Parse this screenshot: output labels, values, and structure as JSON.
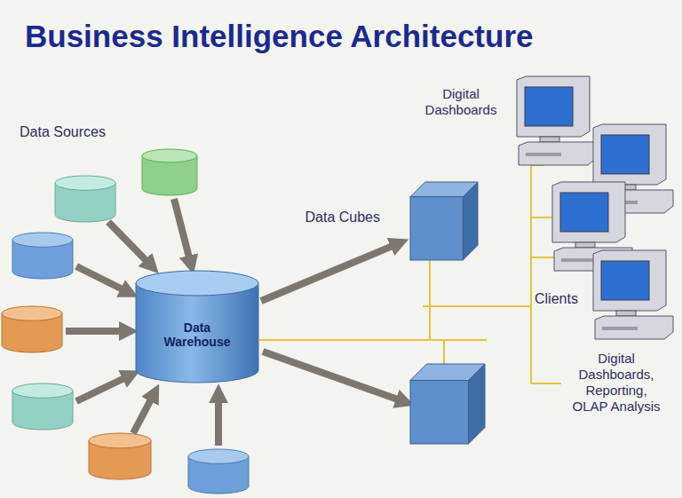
{
  "diagram": {
    "title": "Business Intelligence Architecture",
    "nodes": [
      {
        "text": [
          "Data Warehouse"
        ]
      },
      {
        "text": [
          "Data Cubes"
        ]
      }
    ],
    "edges": [
      {
        "from": 0,
        "to": 1,
        "arrow": "to"
      }
    ],
    "labels": [
      "Data Sources",
      "Digital Dashboards",
      "Clients",
      "Digital Dashboards, Reporting, OLAP Analysis"
    ]
  }
}
